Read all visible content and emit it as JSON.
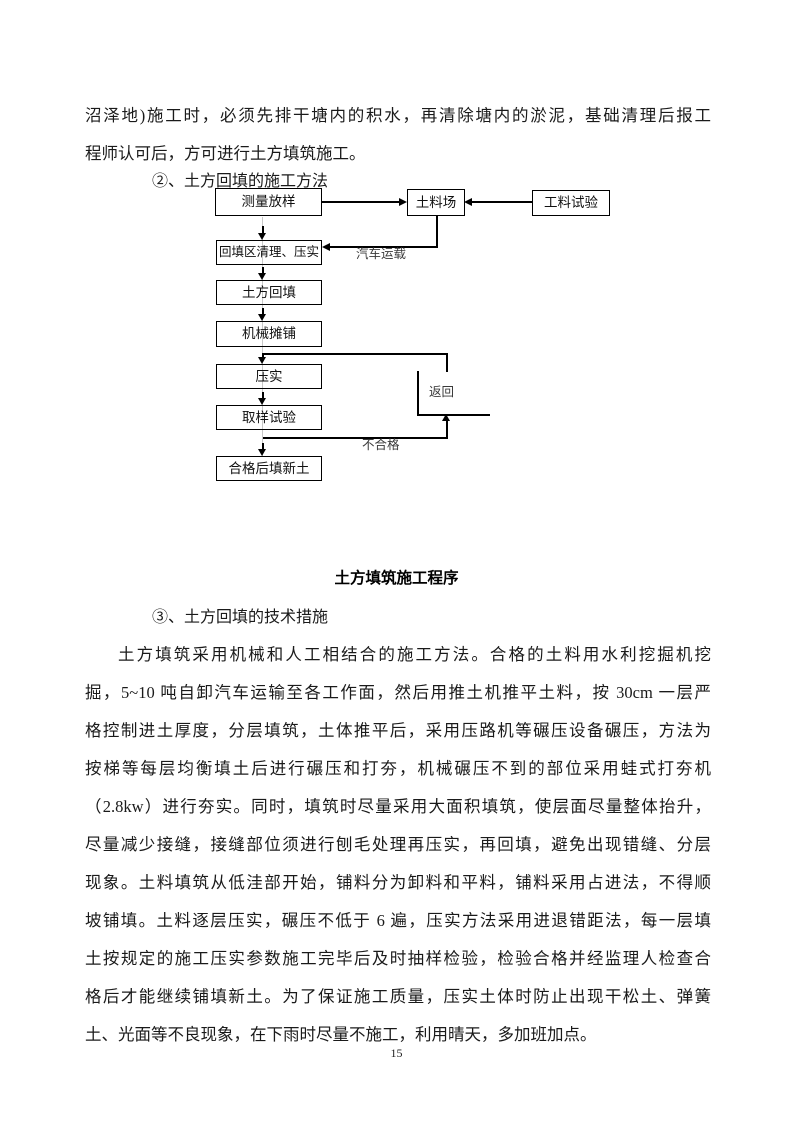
{
  "intro": {
    "line1": "沼泽地)施工时，必须先排干塘内的积水，再清除塘内的淤泥，基础清理后报工",
    "line2": "程师认可后，方可进行土方填筑施工。"
  },
  "section2": {
    "heading": "②、土方回填的施工方法"
  },
  "flowchart": {
    "nodes": {
      "survey": "测量放样",
      "soil_yard": "土料场",
      "material_test": "工料试验",
      "area_clean": "回填区清理、压实",
      "backfill": "土方回填",
      "spread": "机械摊铺",
      "compact": "压实",
      "sampling": "取样试验",
      "new_fill": "合格后填新土"
    },
    "edge_labels": {
      "truck": "汽车运载",
      "return": "返回",
      "fail": "不合格"
    }
  },
  "title": "土方填筑施工程序",
  "section3": {
    "heading": "③、土方回填的技术措施"
  },
  "body": {
    "lines": [
      "土方填筑采用机械和人工相结合的施工方法。合格的土料用水利挖掘机挖",
      "掘，5~10 吨自卸汽车运输至各工作面，然后用推土机推平土料，按 30cm 一层严",
      "格控制进土厚度，分层填筑，土体推平后，采用压路机等碾压设备碾压，方法为",
      "按梯等每层均衡填土后进行碾压和打夯，机械碾压不到的部位采用蛙式打夯机",
      "（2.8kw）进行夯实。同时，填筑时尽量采用大面积填筑，使层面尽量整体抬升，",
      "尽量减少接缝，接缝部位须进行刨毛处理再压实，再回填，避免出现错缝、分层",
      "现象。土料填筑从低洼部开始，铺料分为卸料和平料，铺料采用占进法，不得顺",
      "坡铺填。土料逐层压实，碾压不低于 6 遍，压实方法采用进退错距法，每一层填",
      "土按规定的施工压实参数施工完毕后及时抽样检验，检验合格并经监理人检查合",
      "格后才能继续铺填新土。为了保证施工质量，压实土体时防止出现干松土、弹簧",
      "土、光面等不良现象，在下雨时尽量不施工，利用晴天，多加班加点。"
    ]
  },
  "footer": {
    "page_number": "15"
  }
}
